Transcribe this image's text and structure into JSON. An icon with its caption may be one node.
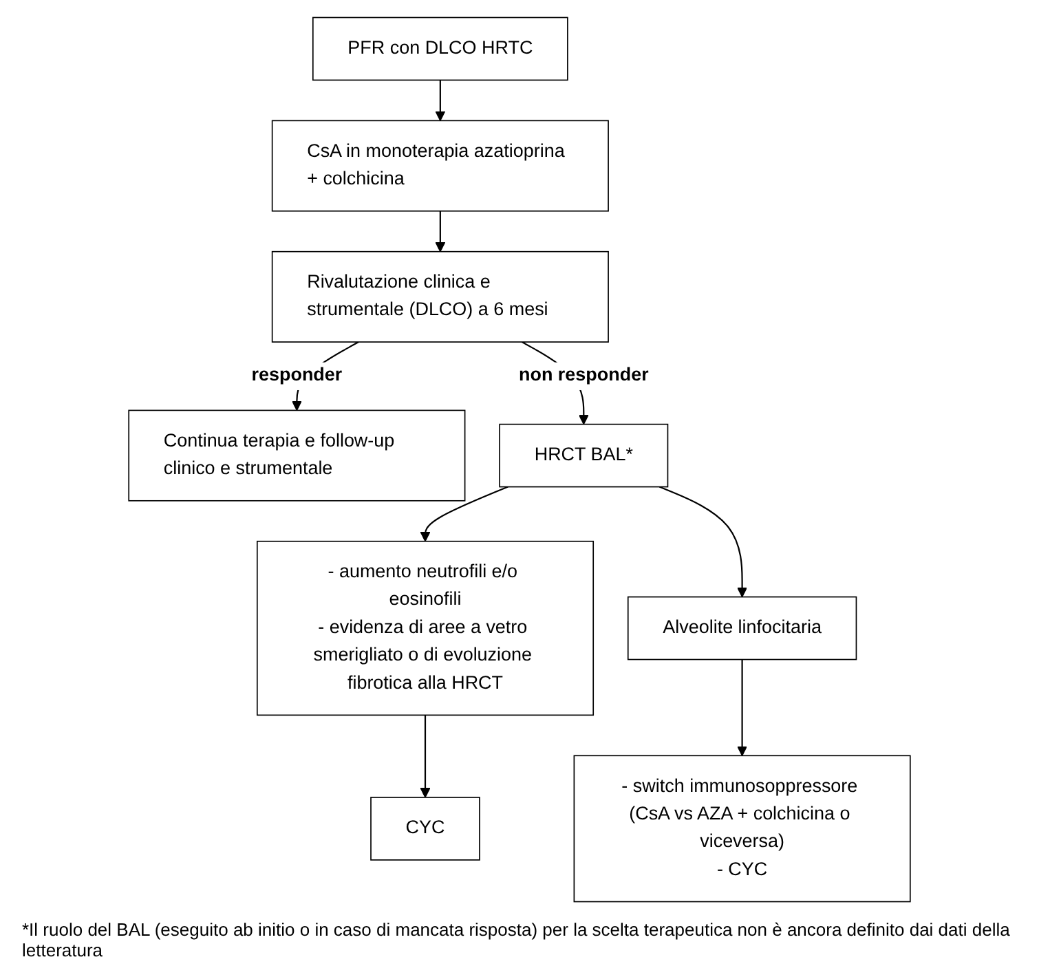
{
  "diagram": {
    "nodes": [
      {
        "text": [
          "PFR con DLCO HRTC"
        ]
      },
      {
        "text": [
          "CsA in monoterapia azatioprina + colchicina"
        ]
      },
      {
        "text": [
          "Rivalutazione clinica e strumentale (DLCO) a 6 mesi"
        ]
      },
      {
        "text": [
          "Continua terapia e follow-up clinico e strumentale"
        ]
      },
      {
        "text": [
          "HRCT BAL*"
        ]
      },
      {
        "text": [
          "- aumento neutrofili e/o eosinofili",
          "- evidenza di aree a vetro smerigliato o di evoluzione fibrotica alla HRCT"
        ]
      },
      {
        "text": [
          "Alveolite linfocitaria"
        ]
      },
      {
        "text": [
          "- switch immunosoppressore (CsA vs AZA + colchicina o viceversa)",
          "- CYC"
        ]
      },
      {
        "text": [
          "CYC"
        ]
      }
    ],
    "edges": [
      {
        "from": 0,
        "to": 1,
        "arrow": "to"
      },
      {
        "from": 1,
        "to": 2,
        "arrow": "to"
      },
      {
        "from": 2,
        "to": 3,
        "arrow": "to",
        "label": "responder"
      },
      {
        "from": 2,
        "to": 4,
        "arrow": "to",
        "label": "non responder"
      },
      {
        "from": 4,
        "to": 5,
        "arrow": "to"
      },
      {
        "from": 4,
        "to": 6,
        "arrow": "to"
      },
      {
        "from": 6,
        "to": 7,
        "arrow": "to"
      },
      {
        "from": 5,
        "to": 8,
        "arrow": "to"
      }
    ],
    "caption": "*Il ruolo del BAL (eseguito ab initio o in caso di mancata risposta) per la scelta terapeutica non è ancora definito dai dati della letteratura"
  }
}
